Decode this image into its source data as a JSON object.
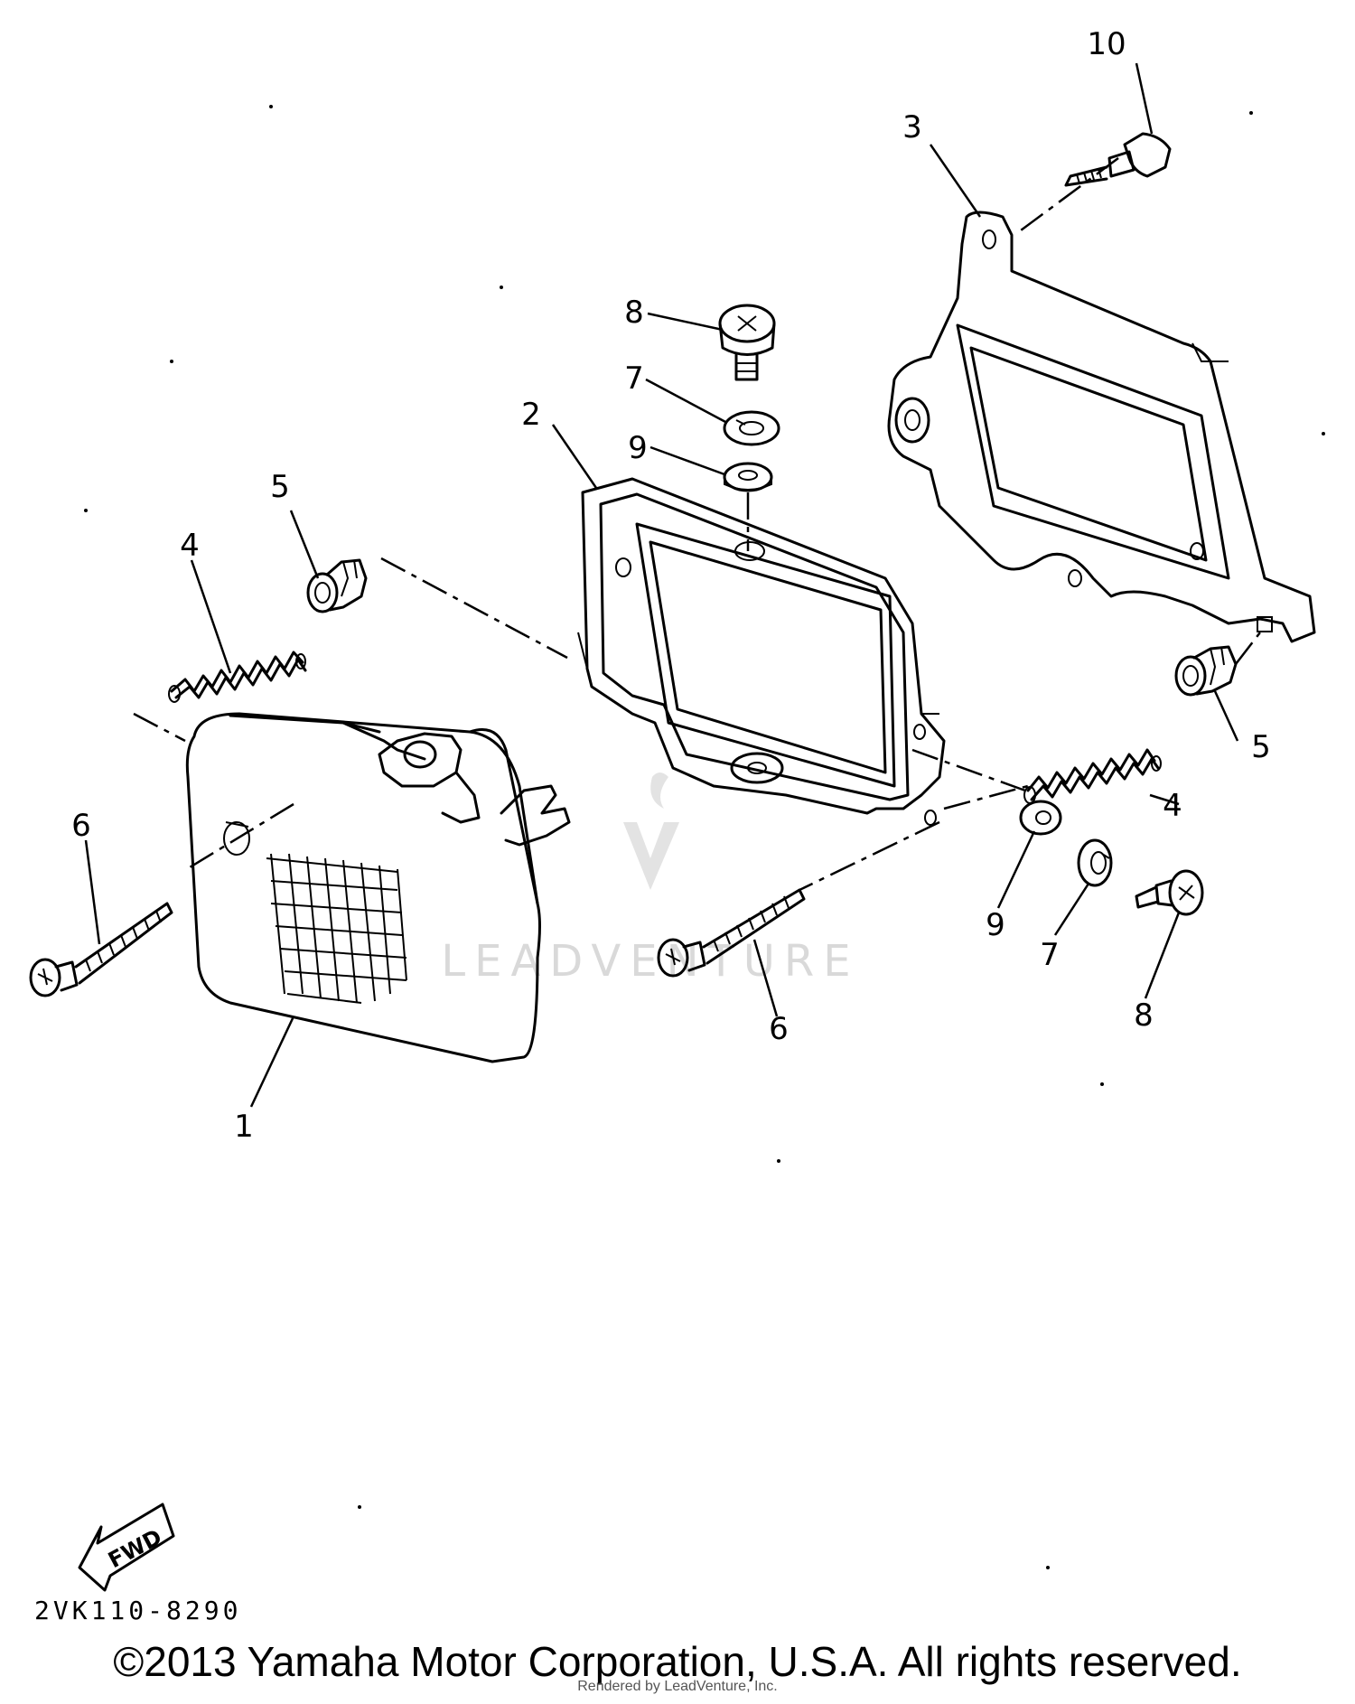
{
  "diagram": {
    "callouts": {
      "c1": "1",
      "c2": "2",
      "c3": "3",
      "c4a": "4",
      "c4b": "4",
      "c5a": "5",
      "c5b": "5",
      "c6a": "6",
      "c6b": "6",
      "c7a": "7",
      "c7b": "7",
      "c8a": "8",
      "c8b": "8",
      "c9a": "9",
      "c9b": "9",
      "c10": "10"
    },
    "fwd_label": "FWD",
    "diagram_code": "2VK110-8290",
    "watermark": "LEADVENTURE"
  },
  "footer": {
    "copyright": "©2013 Yamaha Motor Corporation, U.S.A. All rights reserved.",
    "rendered_by": "Rendered by LeadVenture, Inc."
  }
}
